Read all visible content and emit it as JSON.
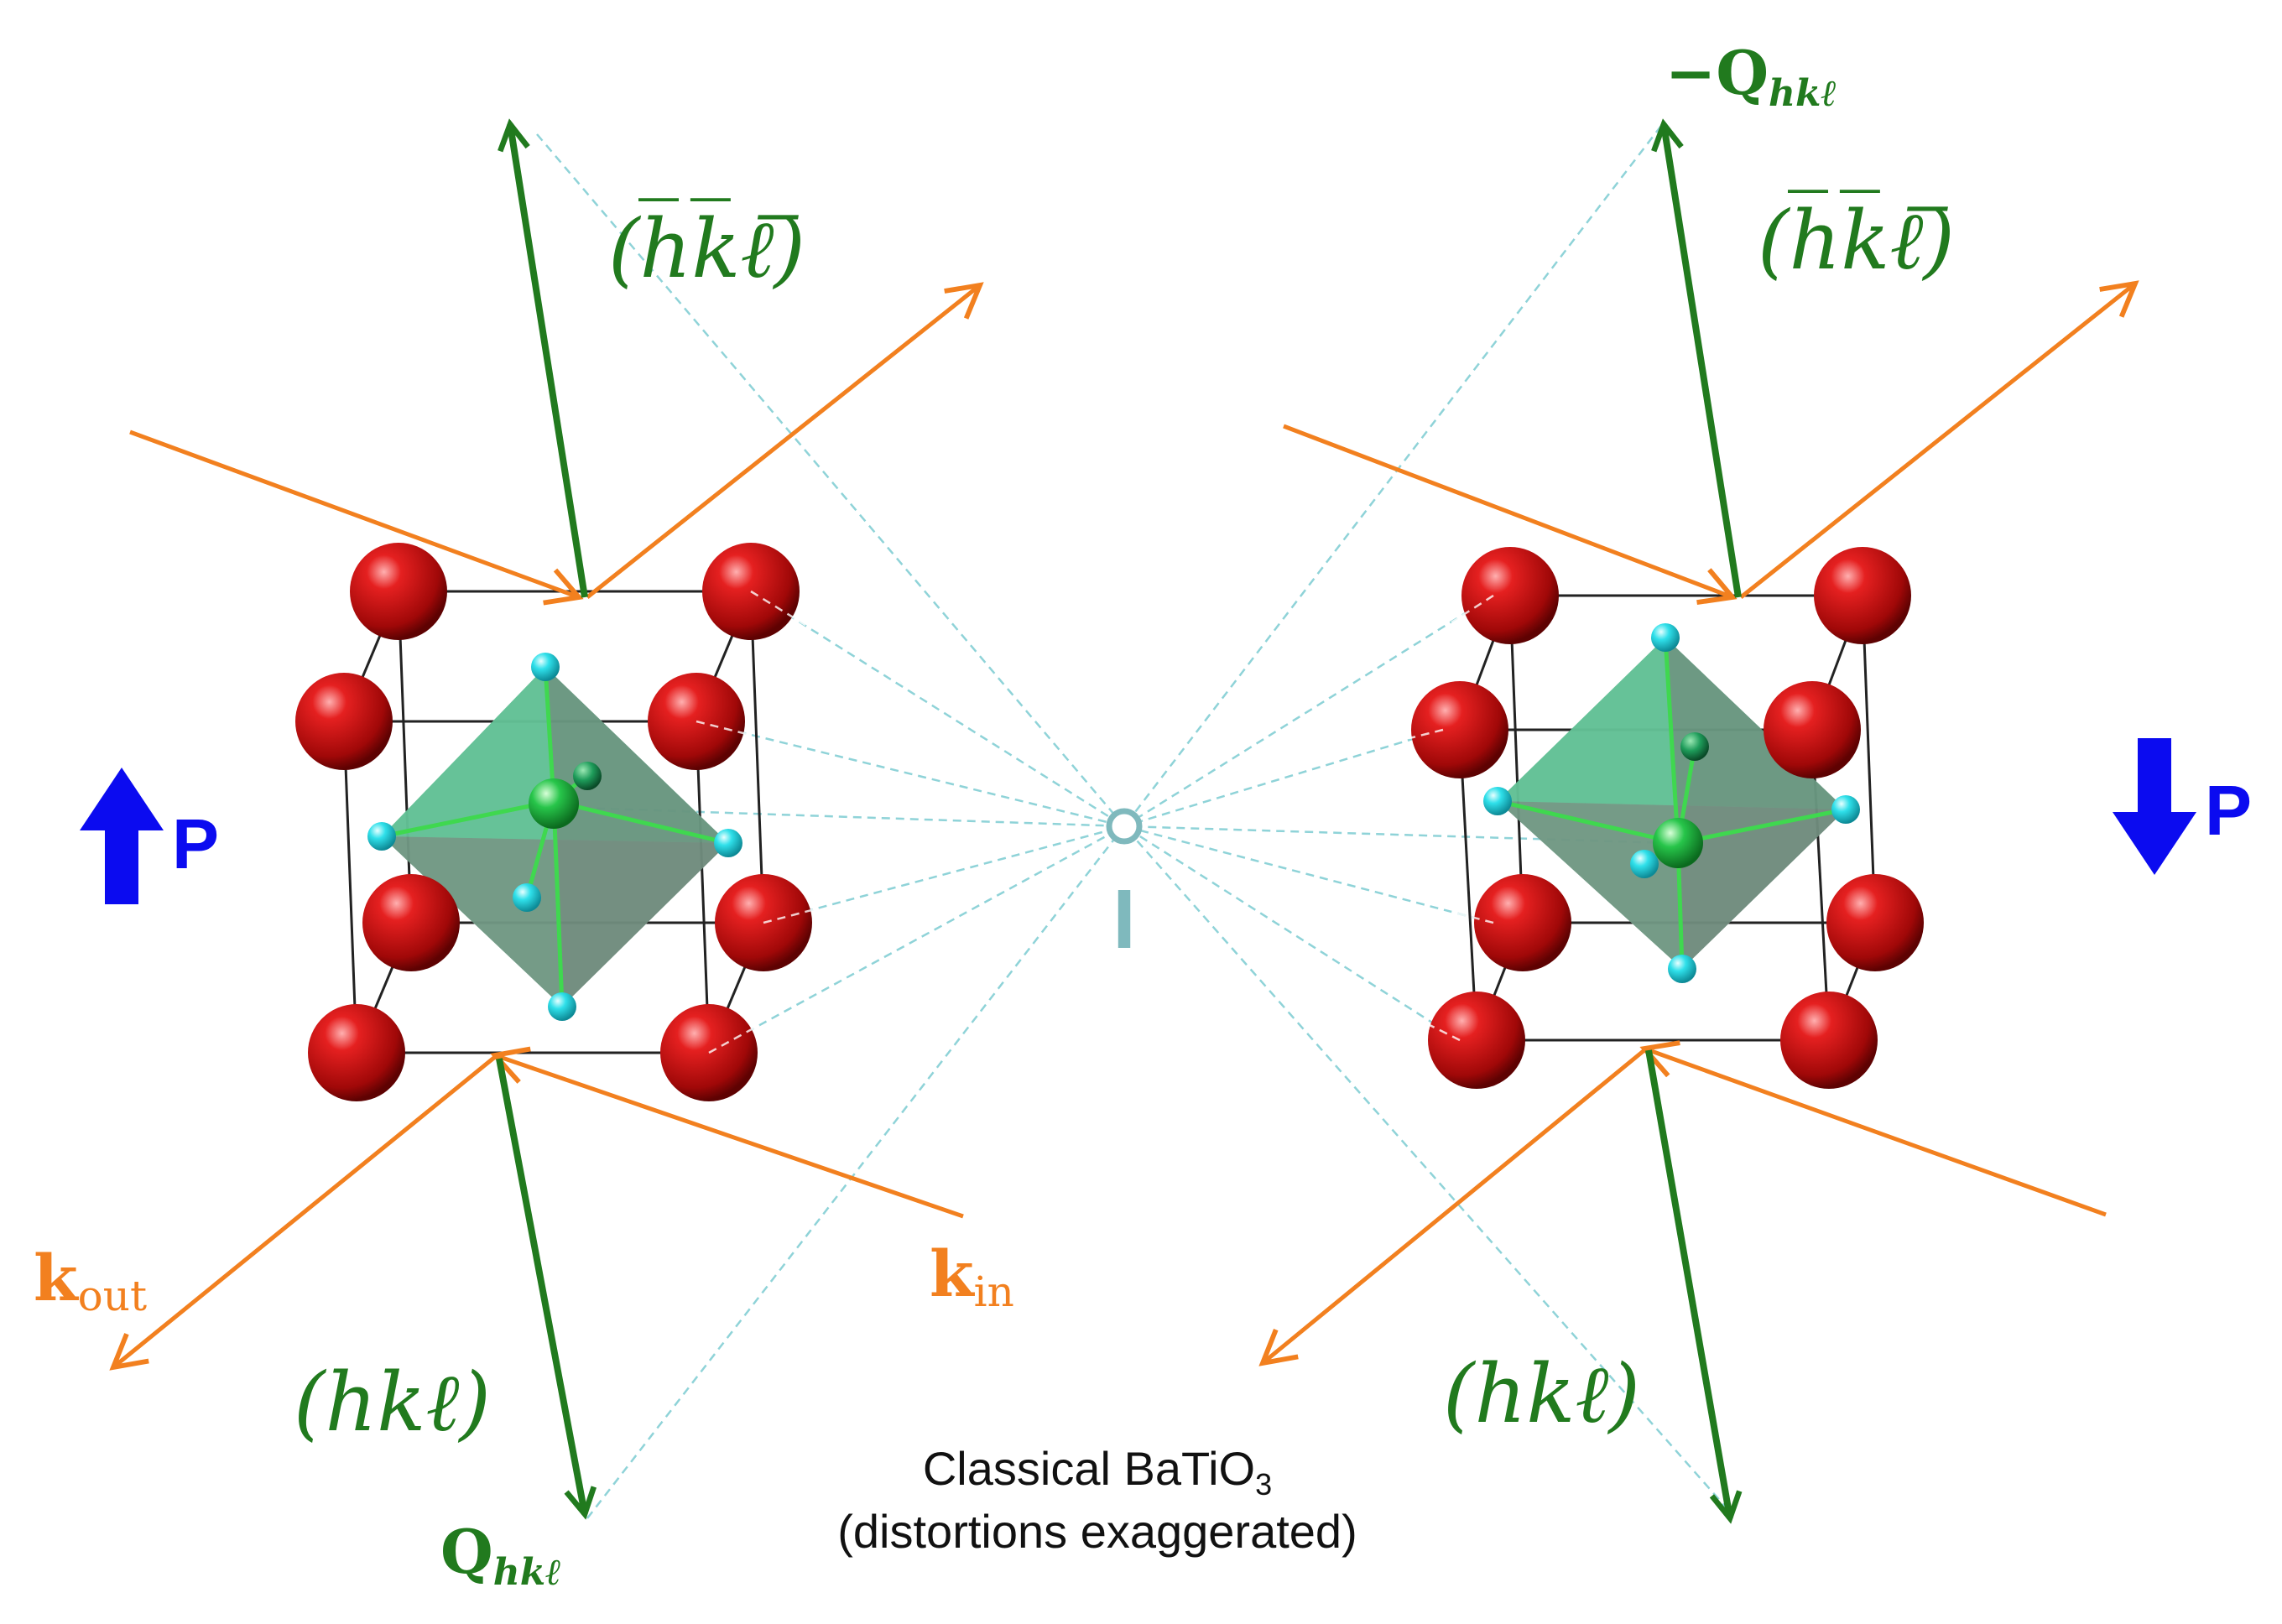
{
  "colors": {
    "background": "#ffffff",
    "reciprocal_vector": "#217a1e",
    "wave_vector": "#f2801f",
    "polarization": "#0b0bf0",
    "ba_atom": "#d11414",
    "o_atom": "#2fe0ea",
    "ti_atom": "#27c54a",
    "octahedron": "#3fae7b",
    "dashed_line": "#8fd3d8",
    "inversion_center": "#7fb9bd",
    "cell_edge": "#222222",
    "caption": "#111111"
  },
  "labels": {
    "neg_q": "−Q",
    "neg_q_sub": "hkℓ",
    "q": "Q",
    "q_sub": "hkℓ",
    "bar_hkl_left": "(h̅k̅ℓ̅)",
    "bar_hkl_right": "(h̅k̅ℓ̅)",
    "hkl_left": "(hkℓ)",
    "hkl_right": "(hkℓ)",
    "k": "k",
    "k_out_sub": "out",
    "k_in_sub": "in",
    "p_left": "P",
    "p_right": "P",
    "inversion": "I"
  },
  "caption": {
    "line1_main": "Classical BaTiO",
    "line1_sub": "3",
    "line2": "(distortions exaggerated)"
  },
  "icons": {
    "p_left": "arrow-up-icon",
    "p_right": "arrow-down-icon"
  }
}
